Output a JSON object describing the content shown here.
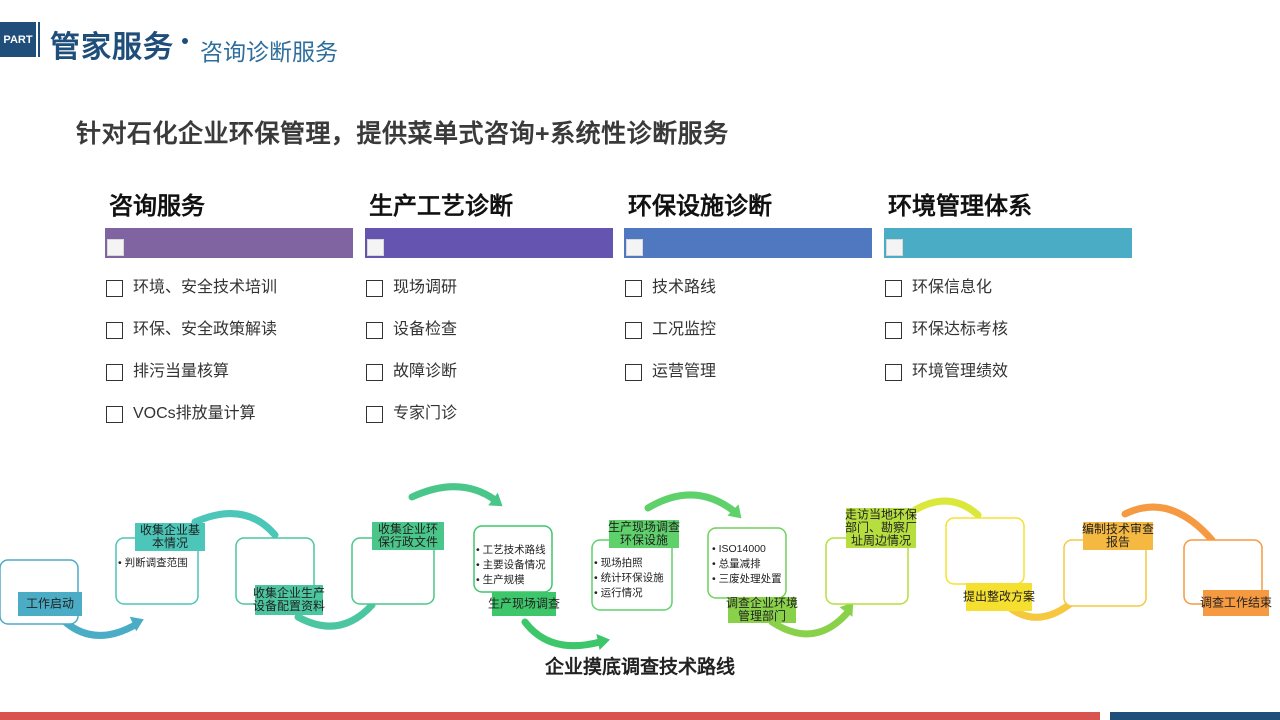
{
  "header": {
    "part_label": "PART",
    "title": "管家服务",
    "subtitle": "咨询诊断服务"
  },
  "headline": "针对石化企业环保管理，提供菜单式咨询+系统性诊断服务",
  "columns": [
    {
      "title": "咨询服务",
      "color": "#8064a2",
      "items": [
        "环境、安全技术培训",
        "环保、安全政策解读",
        "排污当量核算",
        "VOCs排放量计算"
      ]
    },
    {
      "title": "生产工艺诊断",
      "color": "#6655b0",
      "items": [
        "现场调研",
        "设备检查",
        "故障诊断",
        "专家门诊"
      ]
    },
    {
      "title": "环保设施诊断",
      "color": "#5078c0",
      "items": [
        "技术路线",
        "工况监控",
        "运营管理"
      ]
    },
    {
      "title": "环境管理体系",
      "color": "#4bacc6",
      "items": [
        "环保信息化",
        "环保达标考核",
        "环境管理绩效"
      ]
    }
  ],
  "flow": {
    "title": "企业摸底调查技术路线",
    "steps": [
      {
        "label": "工作启动",
        "color": "#4bacc6"
      },
      {
        "label": "收集企业基本情况",
        "color": "#4bc6b8"
      },
      {
        "label": "判断调查范围"
      },
      {
        "label": "收集企业生产设备配置资料",
        "color": "#4bc6a0"
      },
      {
        "label": "收集企业环保行政文件",
        "color": "#4bc68a"
      },
      {
        "label": "工艺技术路线"
      },
      {
        "label": "主要设备情况"
      },
      {
        "label": "生产规模"
      },
      {
        "label": "生产现场调查",
        "color": "#3ec66a"
      },
      {
        "label": "生产现场调查环保设施",
        "color": "#5ed16a"
      },
      {
        "label": "现场拍照"
      },
      {
        "label": "统计环保设施"
      },
      {
        "label": "运行情况"
      },
      {
        "label": "ISO14000"
      },
      {
        "label": "总量减排"
      },
      {
        "label": "三废处理处置"
      },
      {
        "label": "调查企业环境管理部门",
        "color": "#8ad14a"
      },
      {
        "label": "走访当地环保部门、勘察厂址周边情况",
        "color": "#b5de3e"
      },
      {
        "label": "提出整改方案",
        "color": "#f5e030"
      },
      {
        "label": "编制技术审查报告",
        "color": "#f5b840"
      },
      {
        "label": "调查工作结束",
        "color": "#f59a40"
      }
    ]
  }
}
